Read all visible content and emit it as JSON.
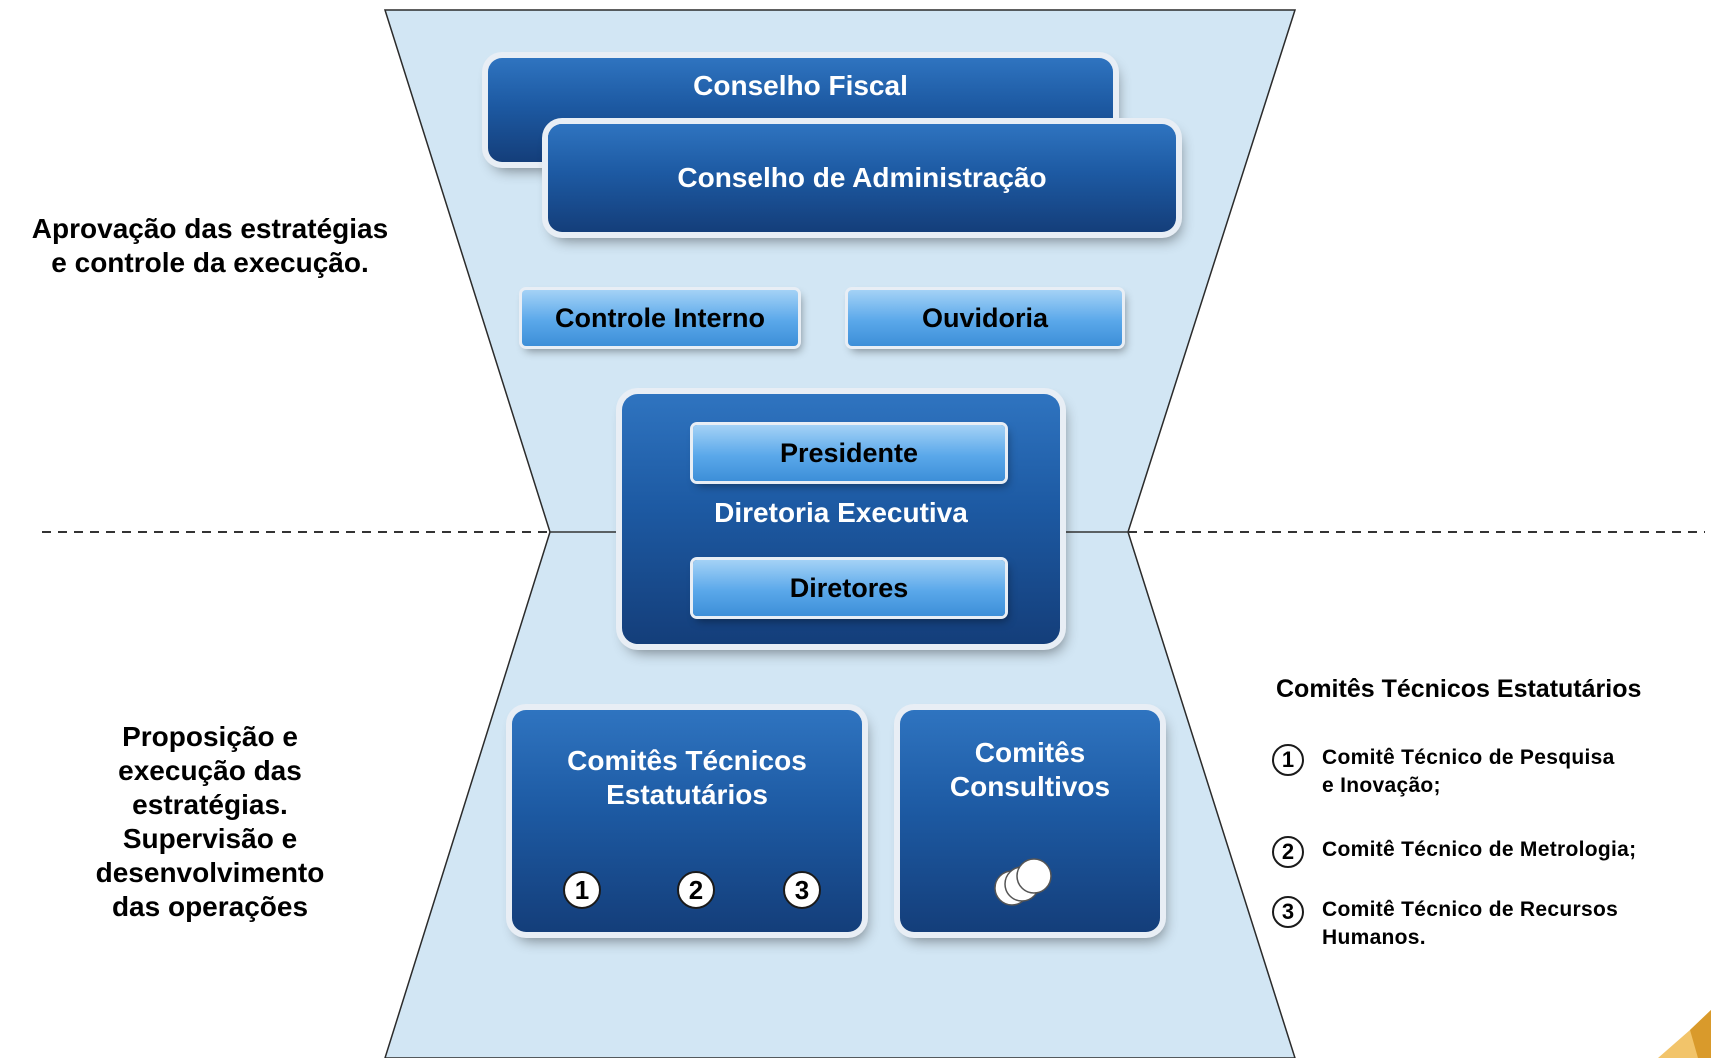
{
  "left_texts": {
    "top": "Aprovação das estratégias\ne controle da execução.",
    "bottom": "Proposição e\nexecução das\nestratégias.\nSupervisão e\ndesenvolvimento\ndas operações"
  },
  "boxes": {
    "conselho_fiscal": "Conselho Fiscal",
    "conselho_administracao": "Conselho de Administração",
    "controle_interno": "Controle Interno",
    "ouvidoria": "Ouvidoria",
    "presidente": "Presidente",
    "diretoria_executiva": "Diretoria Executiva",
    "diretores": "Diretores",
    "comites_tecnicos": "Comitês Técnicos\nEstatutários",
    "comites_tecnicos_numbers": [
      "1",
      "2",
      "3"
    ],
    "comites_consultivos": "Comitês\nConsultivos"
  },
  "legend": {
    "title": "Comitês Técnicos Estatutários",
    "items": [
      {
        "number": "1",
        "text": "Comitê Técnico de Pesquisa\ne Inovação;"
      },
      {
        "number": "2",
        "text": "Comitê Técnico de Metrologia;"
      },
      {
        "number": "3",
        "text": "Comitê Técnico de Recursos\nHumanos."
      }
    ]
  },
  "colors": {
    "hourglass_fill": "#d2e6f4",
    "dark_box": "#1d5aa3",
    "light_box": "#5aa8ea"
  }
}
